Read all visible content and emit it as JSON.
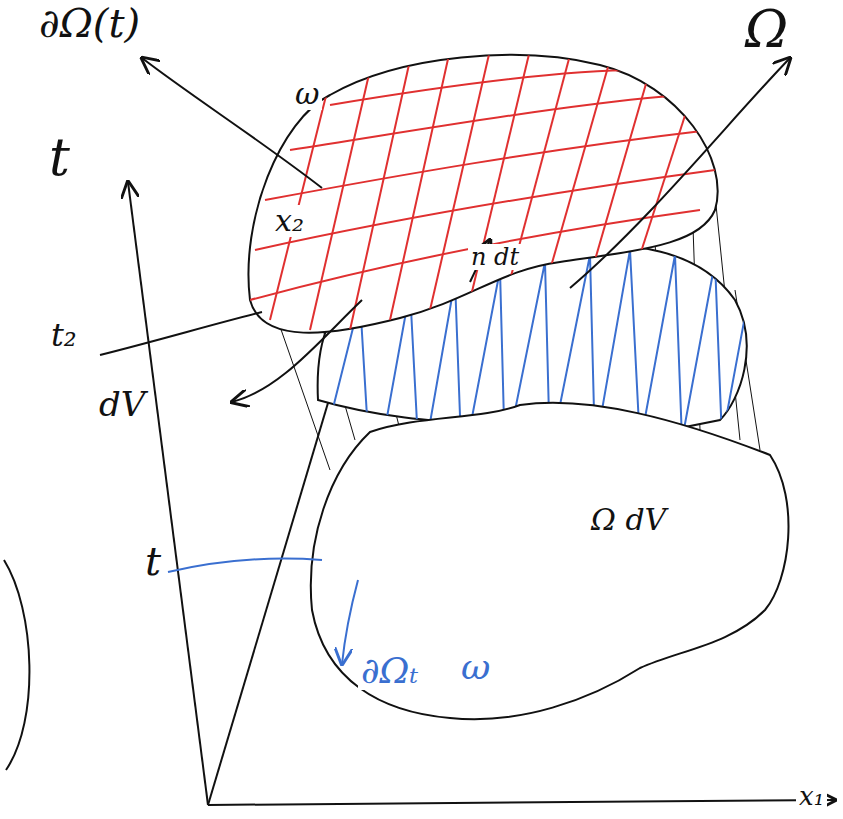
{
  "diagram": {
    "labels": [
      "∂Ω(t)",
      "Ω",
      "ω",
      "x₂",
      "t",
      "t₂",
      "dV",
      "n dt",
      "t",
      "∂Ωₜ",
      "ω",
      "Ω dV",
      "x₁"
    ]
  }
}
